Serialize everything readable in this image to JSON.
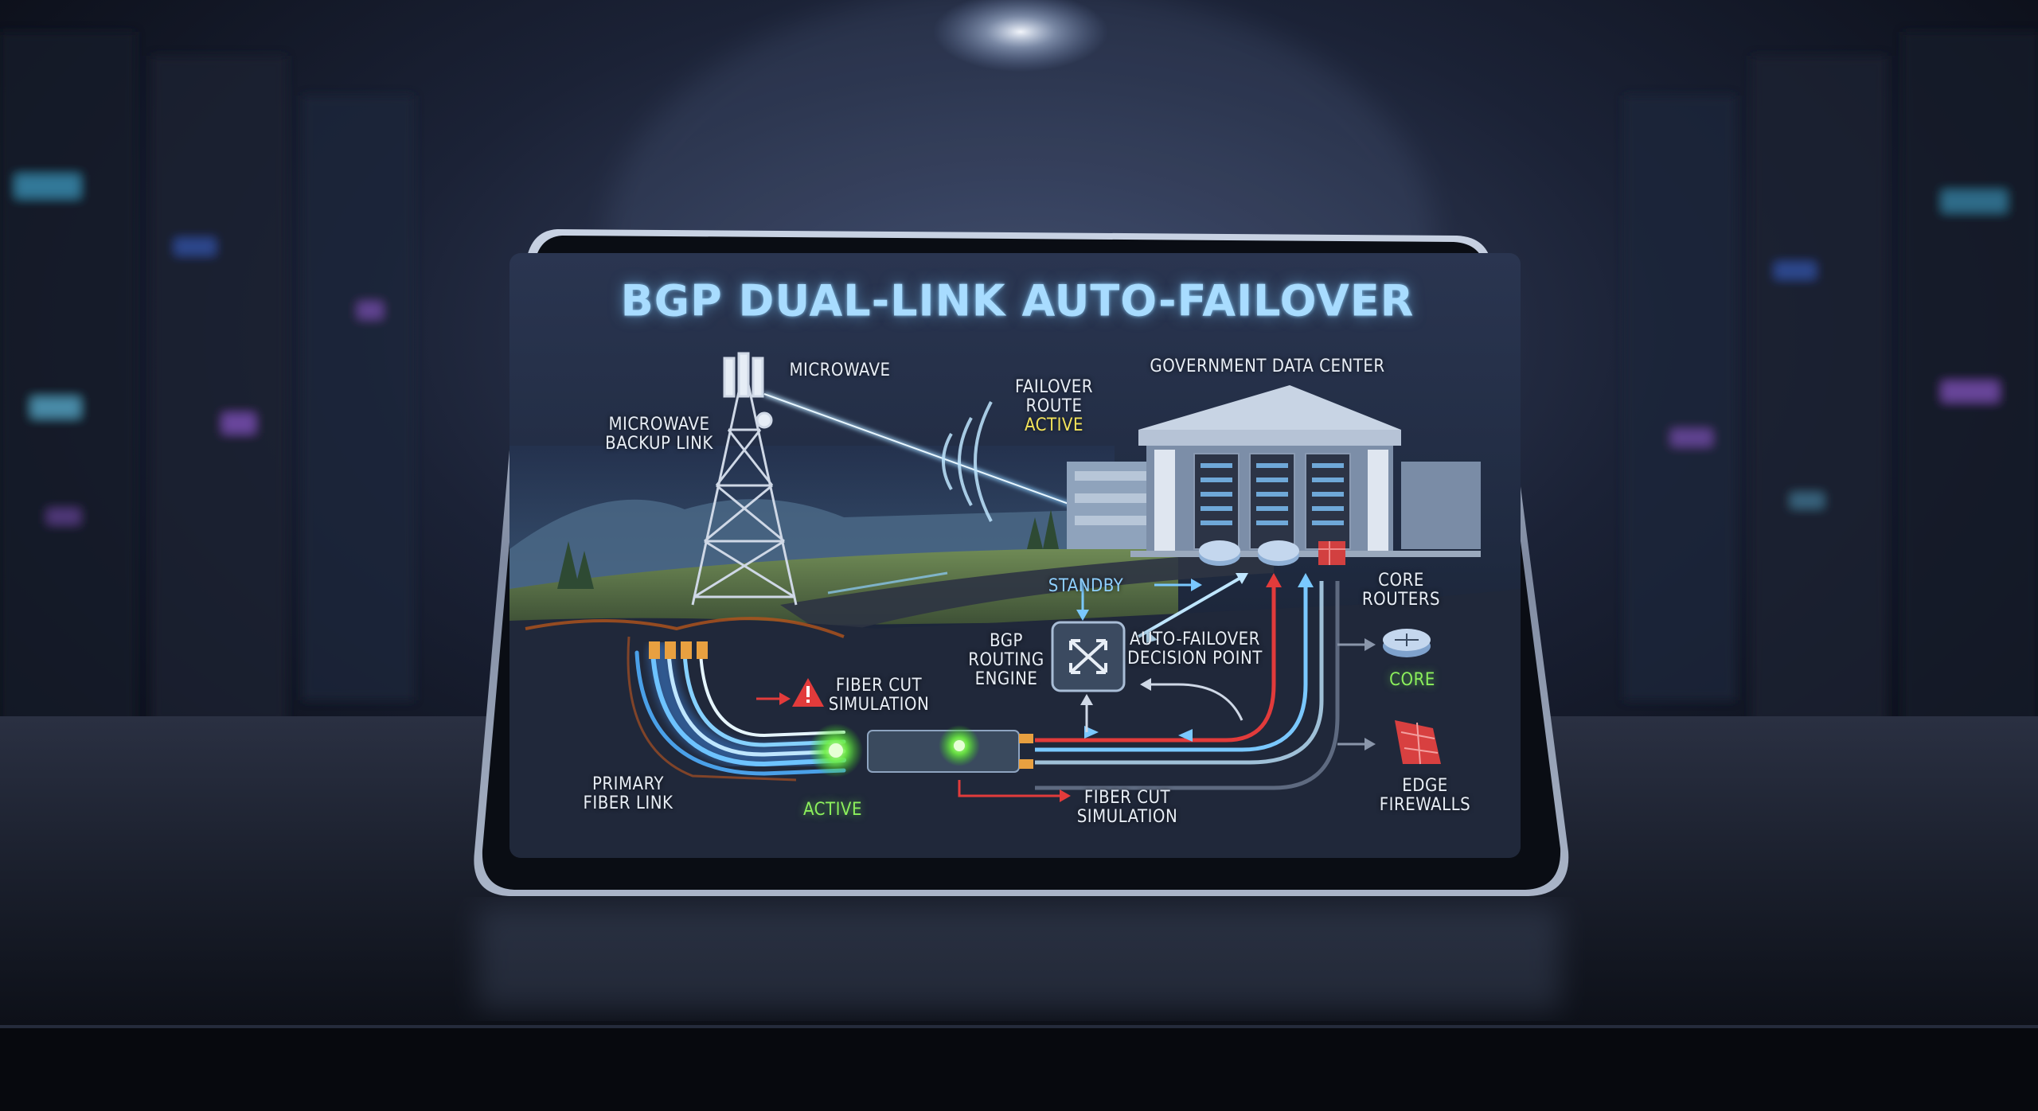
{
  "title": "BGP DUAL-LINK AUTO-FAILOVER",
  "labels": {
    "microwave": "MICROWAVE",
    "microwave_backup": "MICROWAVE\nBACKUP LINK",
    "failover_route": "FAILOVER\nROUTE",
    "failover_active": "ACTIVE",
    "datacenter": "GOVERNMENT DATA CENTER",
    "standby": "STANDBY",
    "bgp_engine": "BGP\nROUTING\nENGINE",
    "decision_point": "AUTO-FAILOVER\nDECISION POINT",
    "core_routers": "CORE\nROUTERS",
    "core": "CORE",
    "fiber_cut_1": "FIBER CUT\nSIMULATION",
    "fiber_cut_2": "FIBER CUT\nSIMULATION",
    "primary_fiber": "PRIMARY\nFIBER LINK",
    "active": "ACTIVE",
    "edge_firewalls": "EDGE\nFIREWALLS"
  },
  "colors": {
    "active_green": "#8cf05c",
    "failover_yellow": "#f2e35a",
    "link_blue": "#6fc2ff",
    "fault_red": "#e23b3b",
    "screen_bg": "#1c2536"
  },
  "icons": [
    "warning-icon",
    "router-icon",
    "firewall-icon",
    "tower-icon",
    "datacenter-icon",
    "bgp-engine-icon"
  ]
}
